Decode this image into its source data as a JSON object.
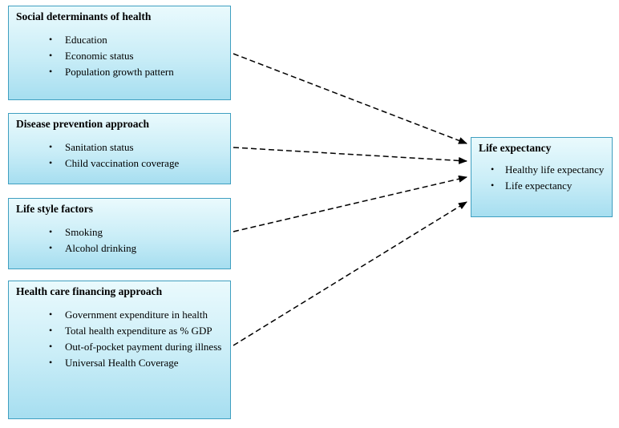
{
  "diagram": {
    "boxes": [
      {
        "title": "Social determinants of health",
        "items": [
          "Education",
          "Economic status",
          "Population growth pattern"
        ]
      },
      {
        "title": "Disease prevention approach",
        "items": [
          "Sanitation status",
          "Child vaccination coverage"
        ]
      },
      {
        "title": "Life style factors",
        "items": [
          "Smoking",
          "Alcohol drinking"
        ]
      },
      {
        "title": "Health care financing approach",
        "items": [
          "Government expenditure in health",
          "Total health expenditure as % GDP",
          "Out-of-pocket payment during illness",
          "Universal Health Coverage"
        ]
      }
    ],
    "outcome": {
      "title": "Life expectancy",
      "items": [
        "Healthy life expectancy",
        "Life expectancy"
      ]
    },
    "colors": {
      "box_fill_top": "#eafafd",
      "box_fill_bottom": "#a6def0",
      "box_border": "#3f9fc0",
      "arrow": "#000000"
    }
  }
}
